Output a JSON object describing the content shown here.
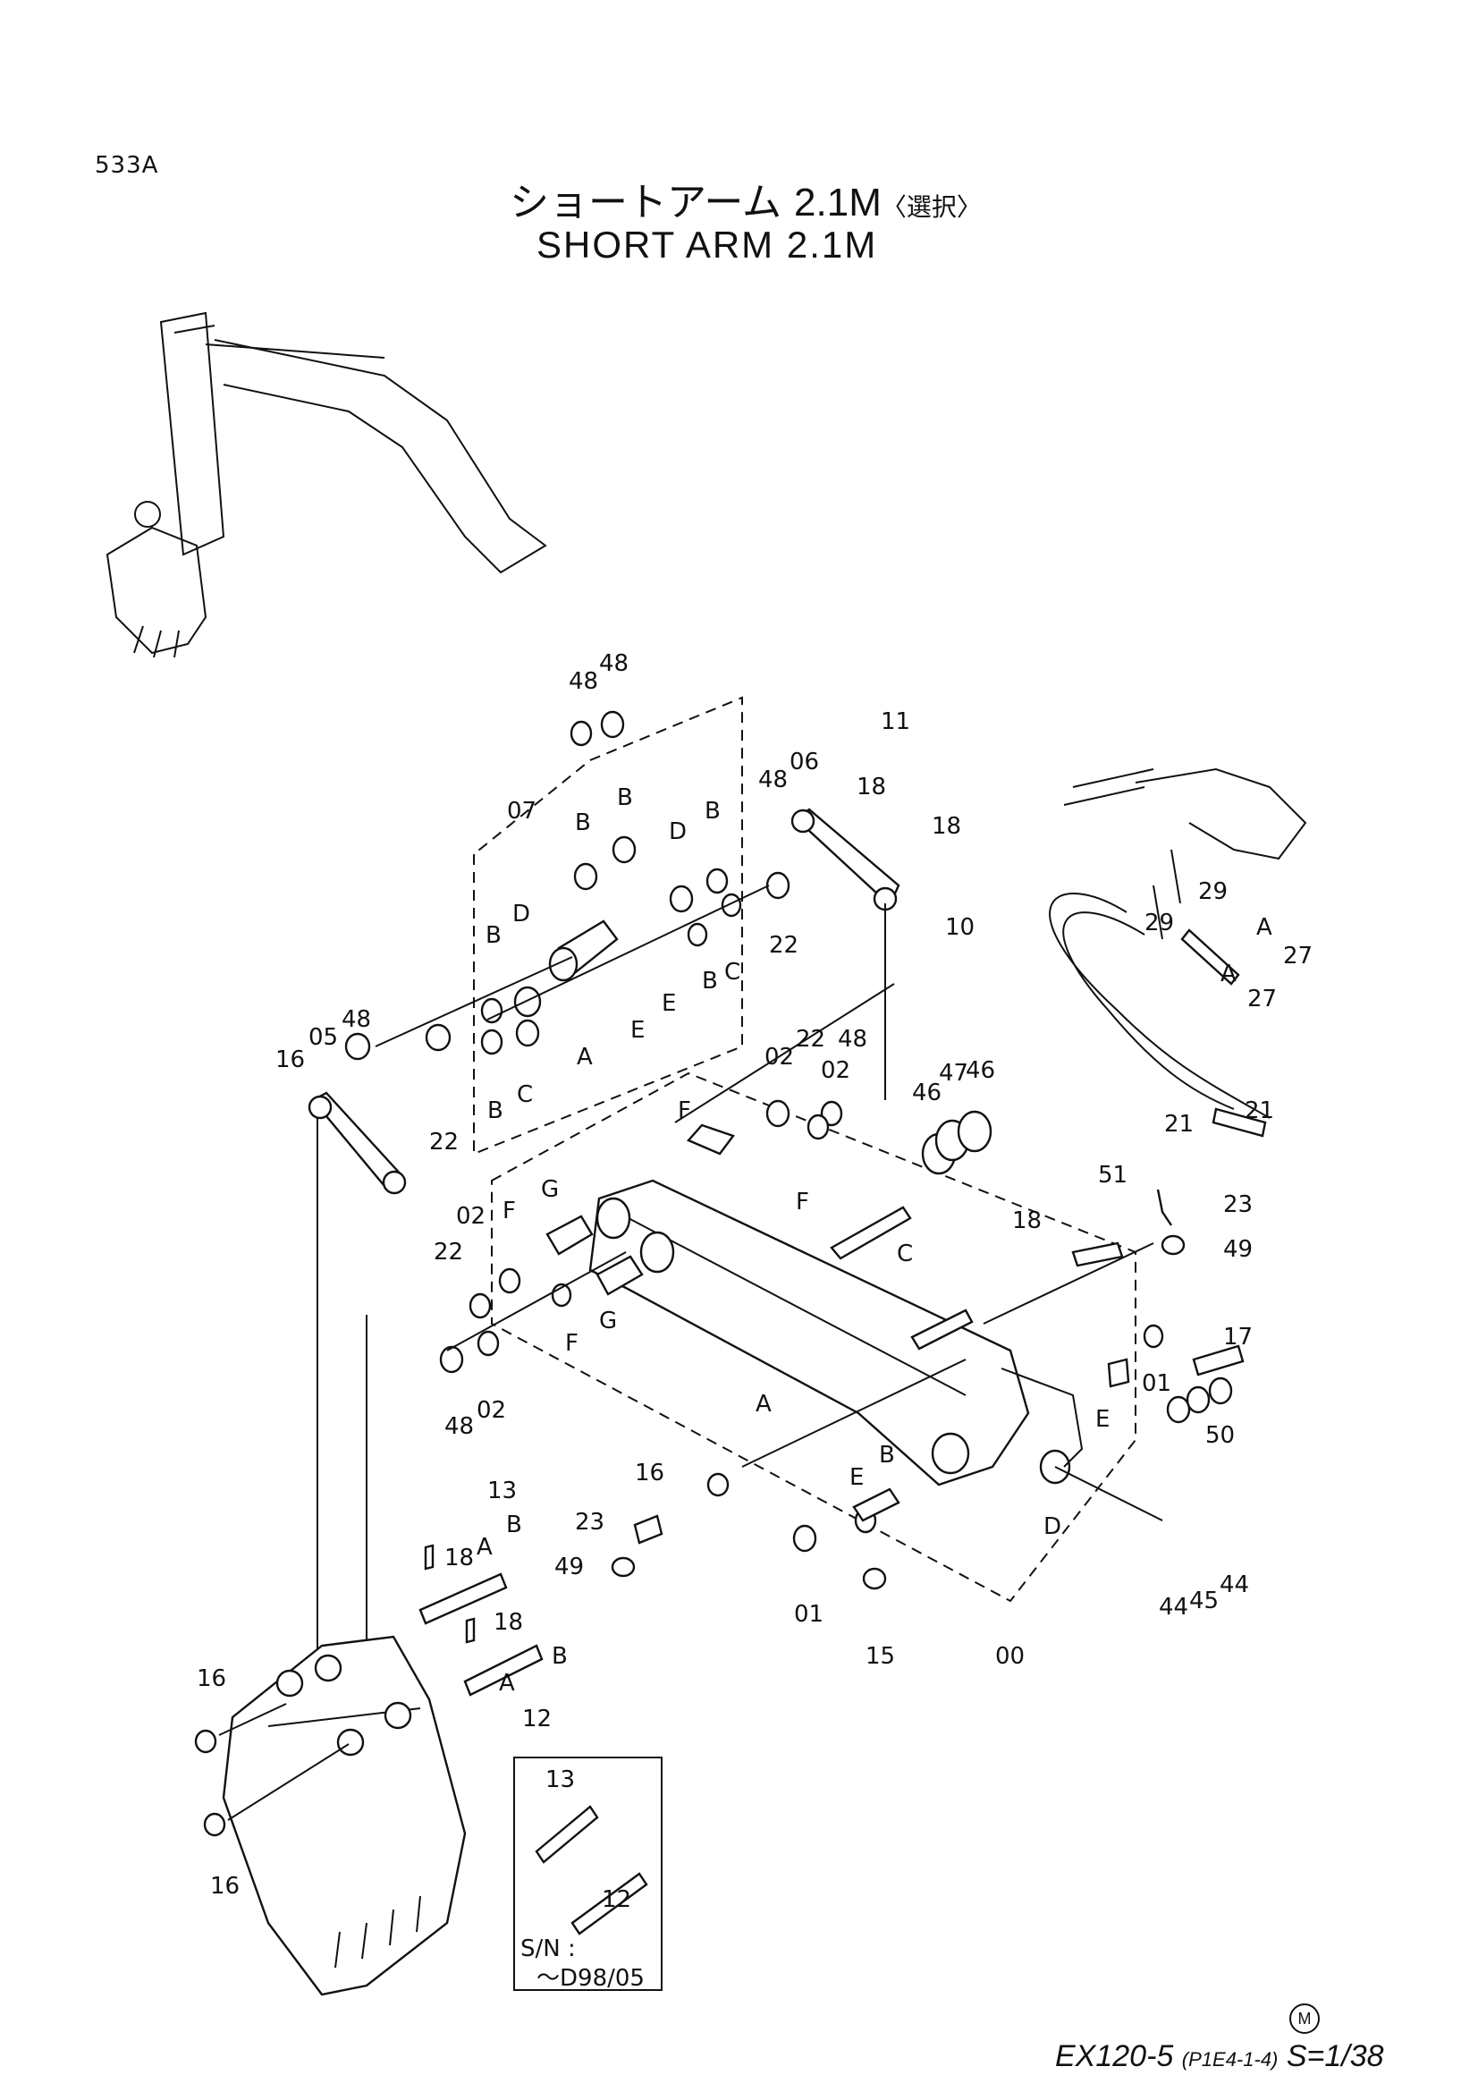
{
  "header": {
    "code": "533A",
    "title_jp": "ショートアーム",
    "title_jp_size": "2.1M",
    "title_jp_option": "〈選択〉",
    "title_en": "SHORT  ARM  2.1M"
  },
  "footer": {
    "model": "EX120-5",
    "ref": "(P1E4-1-4)",
    "page": "S=1/38",
    "mark": "M"
  },
  "inset": {
    "sn_label": "S/N :",
    "sn_range": "～D98/05"
  },
  "callouts": [
    "48",
    "48",
    "07",
    "B",
    "B",
    "B",
    "D",
    "D",
    "B",
    "C",
    "B",
    "B",
    "C",
    "A",
    "E",
    "E",
    "11",
    "06",
    "48",
    "18",
    "18",
    "22",
    "10",
    "16",
    "05",
    "48",
    "22",
    "02",
    "22",
    "02",
    "48",
    "F",
    "F",
    "G",
    "02",
    "F",
    "22",
    "G",
    "F",
    "48",
    "02",
    "A",
    "C",
    "46",
    "47",
    "46",
    "51",
    "18",
    "23",
    "49",
    "E",
    "01",
    "17",
    "50",
    "16",
    "B",
    "E",
    "D",
    "01",
    "15",
    "00",
    "44",
    "45",
    "44",
    "13",
    "A",
    "B",
    "23",
    "18",
    "49",
    "18",
    "B",
    "A",
    "12",
    "16",
    "16",
    "13",
    "12",
    "29",
    "29",
    "A",
    "A",
    "27",
    "27",
    "21",
    "21"
  ],
  "colors": {
    "line": "#111111",
    "background": "#ffffff"
  }
}
